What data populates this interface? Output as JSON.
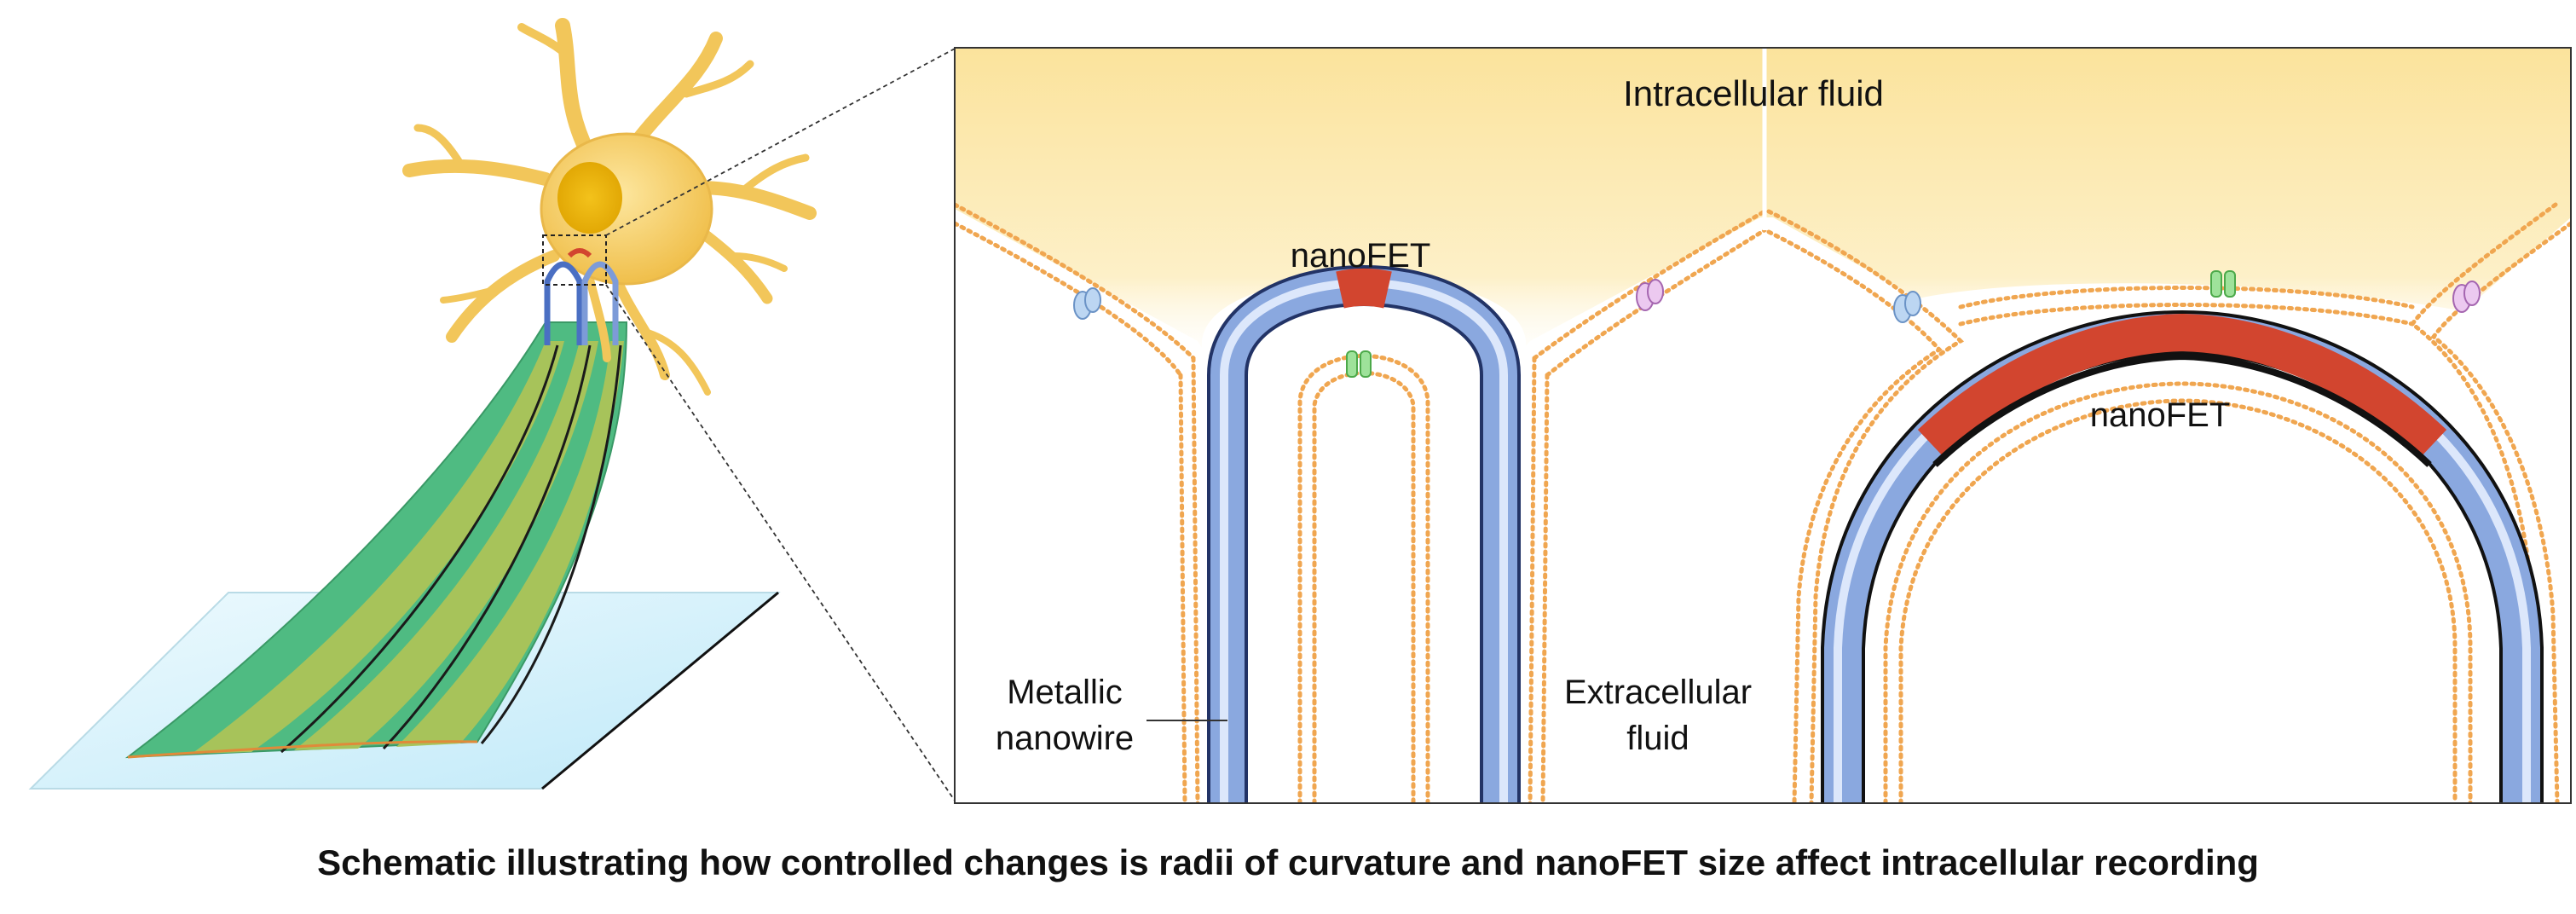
{
  "labels": {
    "intracellular": "Intracellular fluid",
    "nanofet_left": "nanoFET",
    "nanofet_right": "nanoFET",
    "metallic_line1": "Metallic",
    "metallic_line2": "nanowire",
    "extracellular_line1": "Extracellular",
    "extracellular_line2": "fluid"
  },
  "caption": "Schematic illustrating how controlled changes is radii of curvature and nanoFET size affect intracellular recording",
  "colors": {
    "cytoplasm": "#fbe7a6",
    "membrane_bead": "#f0a650",
    "nanowire_blue": "#7f9fd6",
    "nanofet_red": "#d2452f",
    "neuron": "#f2c65a",
    "substrate_green": "#4fbb82",
    "stripe_green": "#a7c35a",
    "base_plate": "#d6f1fb"
  }
}
